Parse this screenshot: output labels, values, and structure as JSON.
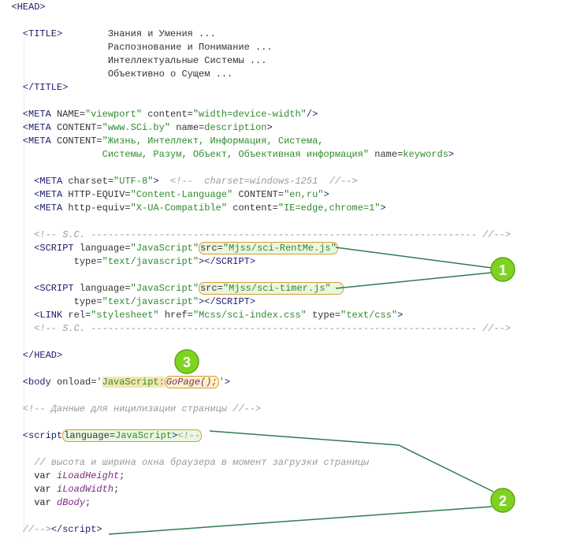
{
  "colors": {
    "callout": "#7ed321",
    "line": "#2e7d4f",
    "highlight_border": "#d99a3a"
  },
  "lines": [
    [
      [
        "t",
        "  <HEAD>"
      ]
    ],
    [],
    [
      [
        "t",
        "    <TITLE>"
      ],
      [
        "p",
        "        Знания и Умения ..."
      ]
    ],
    [
      [
        "p",
        "                   Распознование и Понимание ..."
      ]
    ],
    [
      [
        "p",
        "                   Интеллектуальные Системы ..."
      ]
    ],
    [
      [
        "p",
        "                   Объективно о Сущем ..."
      ]
    ],
    [
      [
        "t",
        "    </TITLE>"
      ]
    ],
    [],
    [
      [
        "t",
        "    <META"
      ],
      [
        "a",
        " NAME="
      ],
      [
        "v",
        "\"viewport\""
      ],
      [
        "a",
        " content="
      ],
      [
        "v",
        "\"width=device-width\""
      ],
      [
        "t",
        "/>"
      ]
    ],
    [
      [
        "t",
        "    <META"
      ],
      [
        "a",
        " CONTENT="
      ],
      [
        "v",
        "\"www.SCi.by\""
      ],
      [
        "a",
        " name="
      ],
      [
        "v",
        "description"
      ],
      [
        "t",
        ">"
      ]
    ],
    [
      [
        "t",
        "    <META"
      ],
      [
        "a",
        " CONTENT="
      ],
      [
        "v",
        "\"Жизнь, Интеллект, Информация, Система,"
      ]
    ],
    [
      [
        "v",
        "                  Системы, Разум, Объект, Объективная информация\""
      ],
      [
        "a",
        " name="
      ],
      [
        "v",
        "keywords"
      ],
      [
        "t",
        ">"
      ]
    ],
    [],
    [
      [
        "t",
        "      <META"
      ],
      [
        "a",
        " charset="
      ],
      [
        "v",
        "\"UTF-8\""
      ],
      [
        "t",
        ">"
      ],
      [
        "c",
        "  <!--  charset=windows-1251  //-->"
      ]
    ],
    [
      [
        "t",
        "      <META"
      ],
      [
        "a",
        " HTTP-EQUIV="
      ],
      [
        "v",
        "\"Content-Language\""
      ],
      [
        "a",
        " CONTENT="
      ],
      [
        "v",
        "\"en,ru\""
      ],
      [
        "t",
        ">"
      ]
    ],
    [
      [
        "t",
        "      <META"
      ],
      [
        "a",
        " http-equiv="
      ],
      [
        "v",
        "\"X-UA-Compatible\""
      ],
      [
        "a",
        " content="
      ],
      [
        "v",
        "\"IE=edge,chrome=1\""
      ],
      [
        "t",
        ">"
      ]
    ],
    [],
    [
      [
        "c",
        "      <!-- S.C. -------------------------------------------------------------------- //-->"
      ]
    ],
    [
      [
        "t",
        "      <SCRIPT"
      ],
      [
        "a",
        " language="
      ],
      [
        "v",
        "\"JavaScript\""
      ],
      [
        "hg",
        [
          [
            "a",
            "src="
          ],
          [
            "v",
            "\"Mjss/sci-RentMe.js\""
          ]
        ]
      ]
    ],
    [
      [
        "a",
        "             type="
      ],
      [
        "v",
        "\"text/javascript\""
      ],
      [
        "t",
        "></SCRIPT>"
      ]
    ],
    [],
    [
      [
        "t",
        "      <SCRIPT"
      ],
      [
        "a",
        " language="
      ],
      [
        "v",
        "\"JavaScript\""
      ],
      [
        "hg",
        [
          [
            "a",
            "src="
          ],
          [
            "v",
            "\"Mjss/sci-timer.js\"  "
          ]
        ]
      ]
    ],
    [
      [
        "a",
        "             type="
      ],
      [
        "v",
        "\"text/javascript\""
      ],
      [
        "t",
        "></SCRIPT>"
      ]
    ],
    [
      [
        "t",
        "      <LINK"
      ],
      [
        "a",
        " rel="
      ],
      [
        "v",
        "\"stylesheet\""
      ],
      [
        "a",
        " href="
      ],
      [
        "v",
        "\"Mcss/sci-index.css\""
      ],
      [
        "a",
        " type="
      ],
      [
        "v",
        "\"text/css\""
      ],
      [
        "t",
        ">"
      ]
    ],
    [
      [
        "c",
        "      <!-- S.C. -------------------------------------------------------------------- //-->"
      ]
    ],
    [],
    [
      [
        "t",
        "    </HEAD>"
      ]
    ],
    [],
    [
      [
        "t",
        "    <body"
      ],
      [
        "a",
        " onload="
      ],
      [
        "v",
        "'"
      ],
      [
        "m",
        "JavaScript:"
      ],
      [
        "hy",
        [
          [
            "n",
            "GoPage();"
          ]
        ]
      ],
      [
        "v",
        "'"
      ],
      [
        "t",
        ">"
      ]
    ],
    [],
    [
      [
        "c",
        "    <!-- Данные для ницилизации страницы //-->"
      ]
    ],
    [],
    [
      [
        "t",
        "    <script"
      ],
      [
        "hg",
        [
          [
            "a",
            "language="
          ],
          [
            "v",
            "JavaScript"
          ],
          [
            "t",
            ">"
          ],
          [
            "c",
            "<!--"
          ]
        ]
      ]
    ],
    [],
    [
      [
        "c",
        "      // высота и ширина окна браузера в момент загрузки страницы"
      ]
    ],
    [
      [
        "k",
        "      var "
      ],
      [
        "n",
        "iLoadHeight"
      ],
      [
        "p",
        ";"
      ]
    ],
    [
      [
        "k",
        "      var "
      ],
      [
        "n",
        "iLoadWidth"
      ],
      [
        "p",
        ";"
      ]
    ],
    [
      [
        "k",
        "      var "
      ],
      [
        "n",
        "dBody"
      ],
      [
        "p",
        ";"
      ]
    ],
    [],
    [
      [
        "c",
        "    //-->"
      ],
      [
        "t",
        "</script>"
      ]
    ]
  ],
  "callouts": [
    {
      "label": "1"
    },
    {
      "label": "2"
    },
    {
      "label": "3"
    }
  ]
}
